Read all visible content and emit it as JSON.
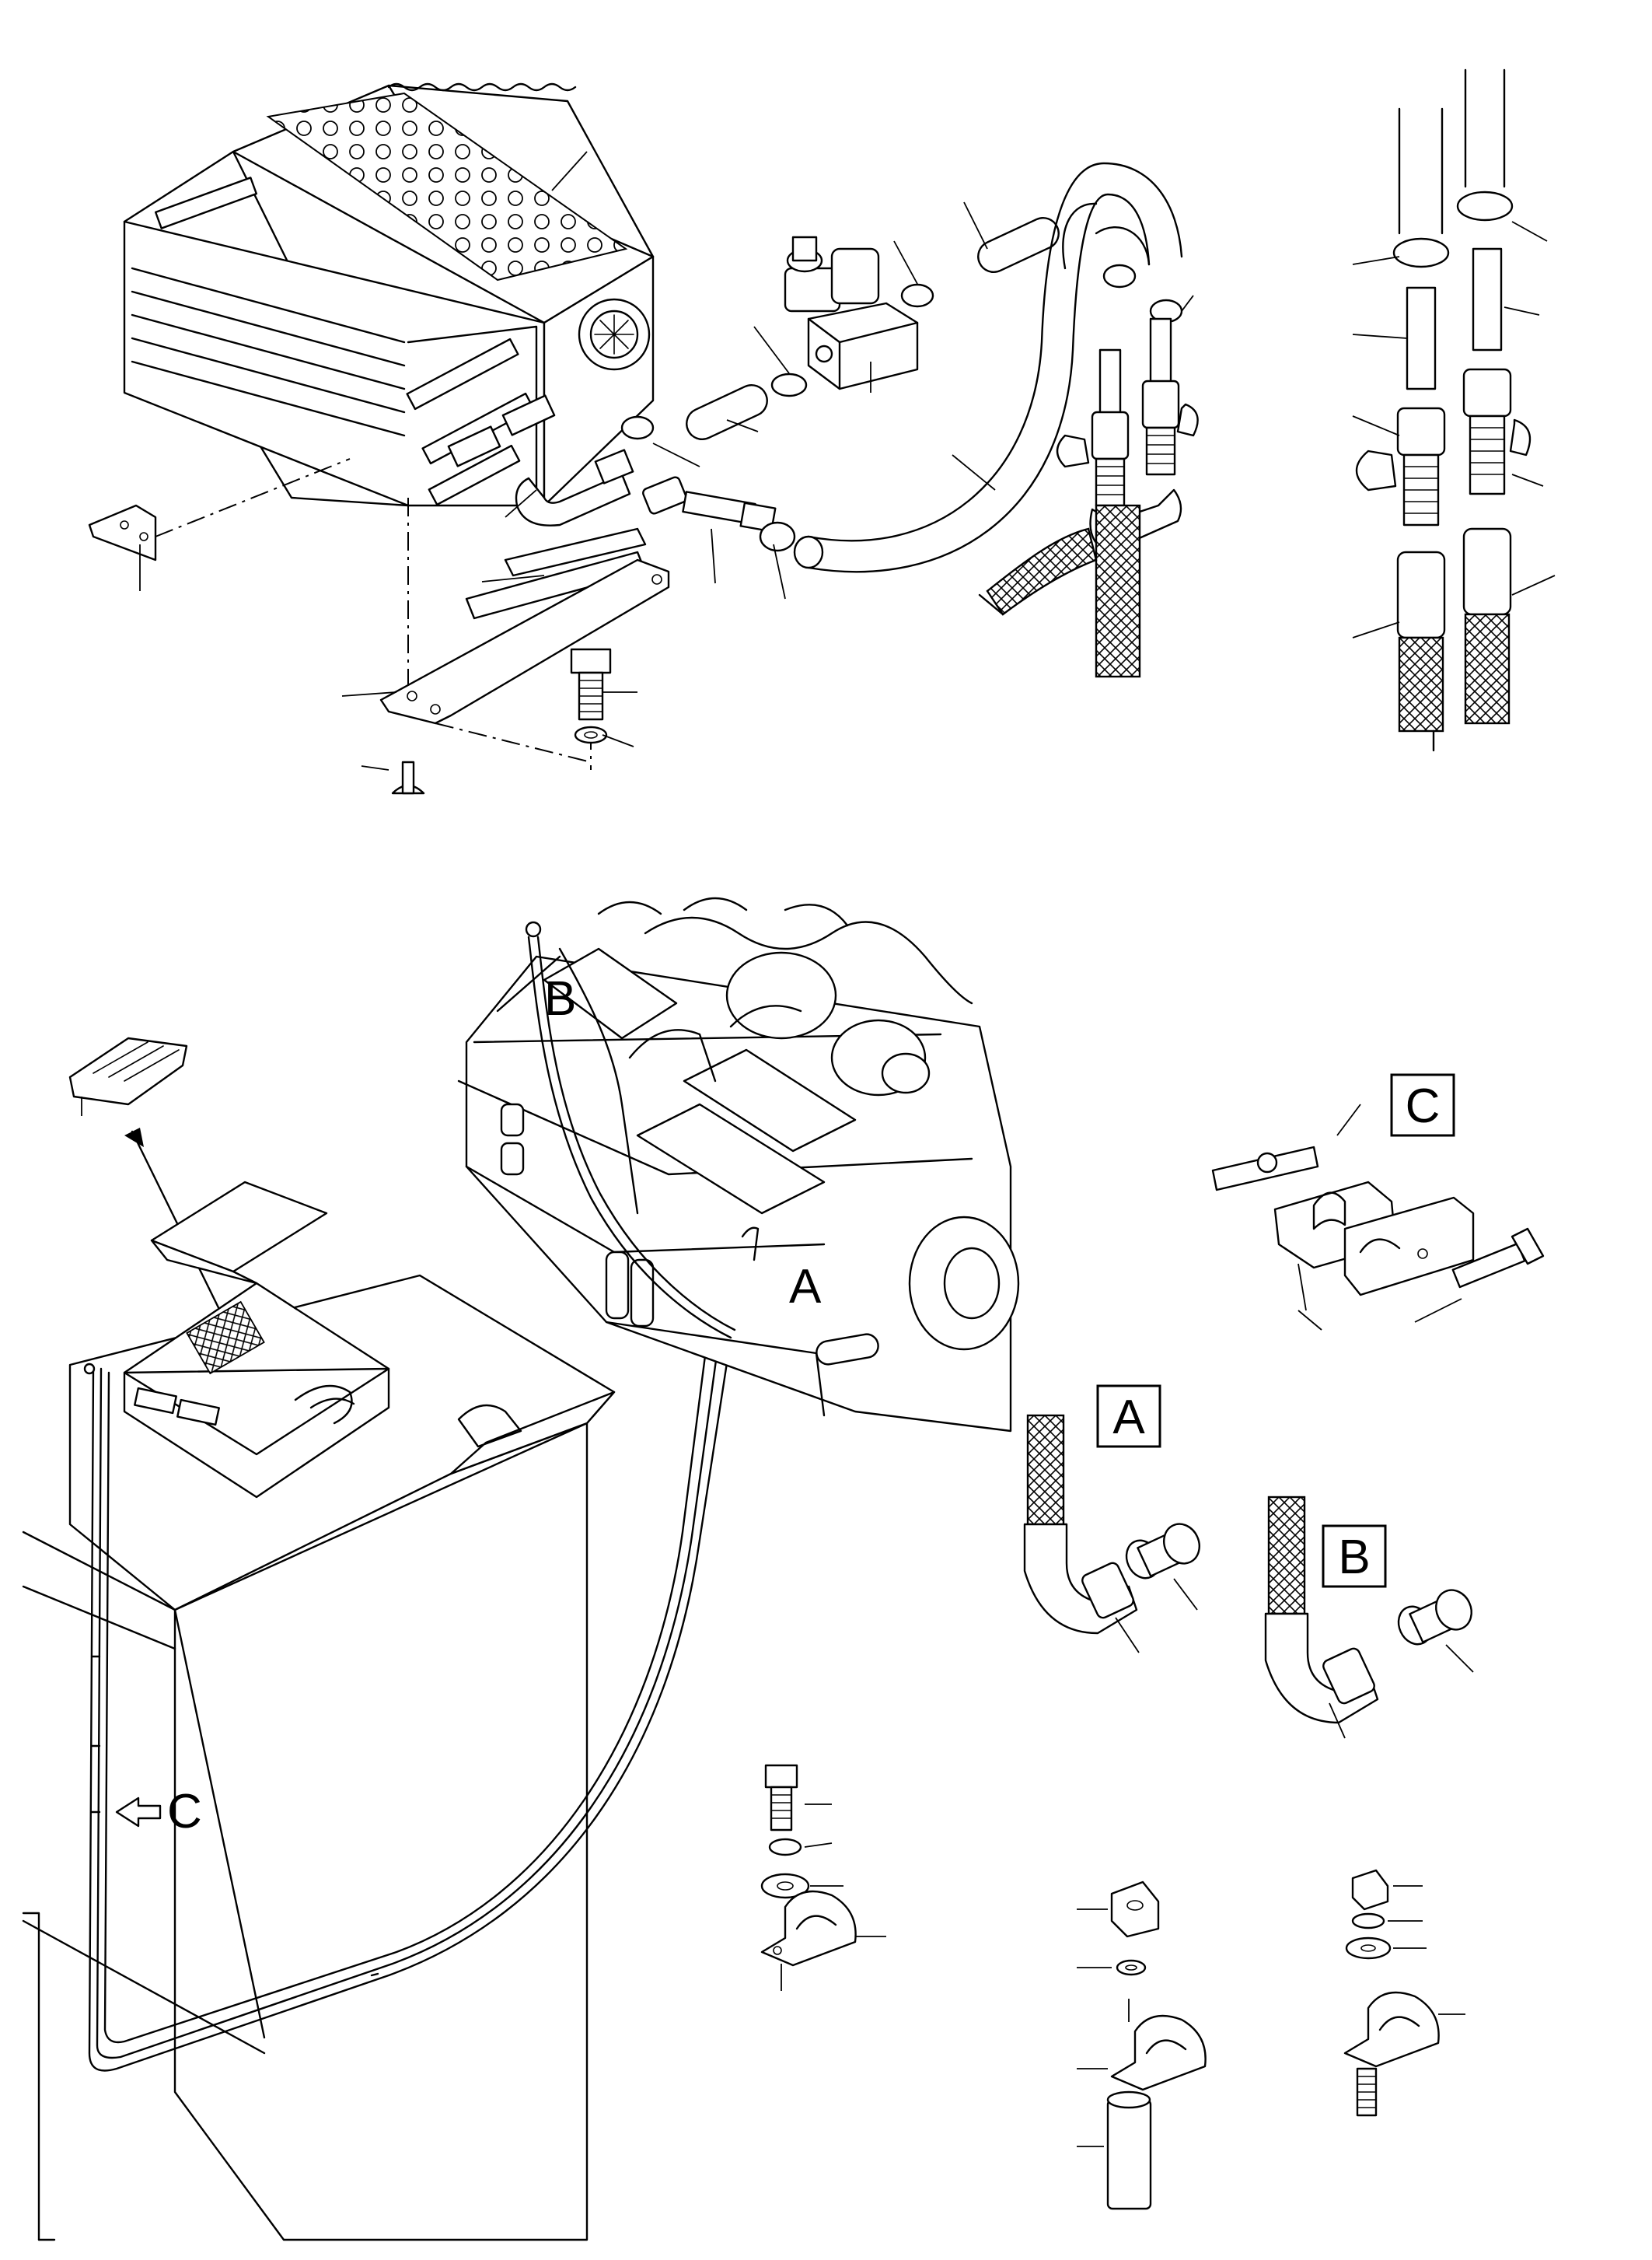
{
  "callouts": {
    "detail_a": "A",
    "detail_b": "B",
    "detail_c": "C",
    "engine_ref_a": "A",
    "engine_ref_b": "B",
    "arrow_ref_c": "C"
  }
}
